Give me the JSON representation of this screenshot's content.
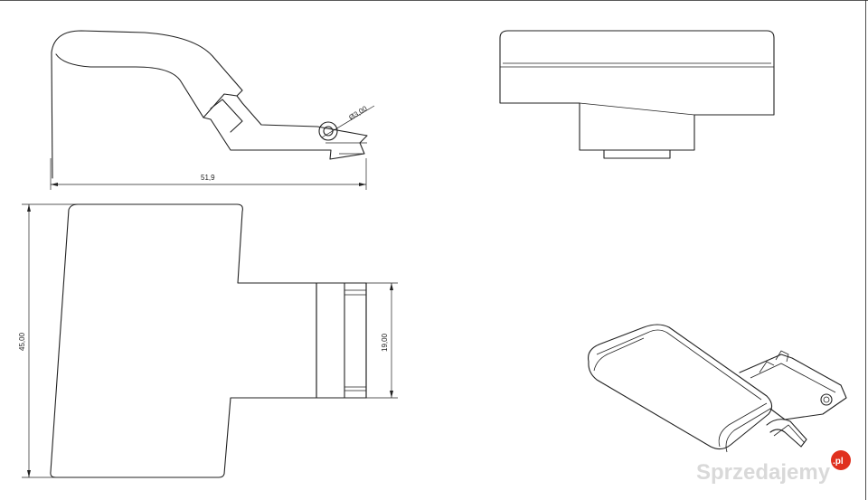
{
  "dimensions": {
    "top_width": "51,9",
    "hole_diameter": "Ø3,00",
    "side_height": "45,00",
    "tab_height": "19,00"
  },
  "watermark": {
    "brand": "Sprzedajemy",
    "badge": ".pl",
    "brand_color": "#d9d9d9",
    "badge_color": "#e0301e"
  },
  "colors": {
    "line": "#222222",
    "background": "#ffffff"
  }
}
